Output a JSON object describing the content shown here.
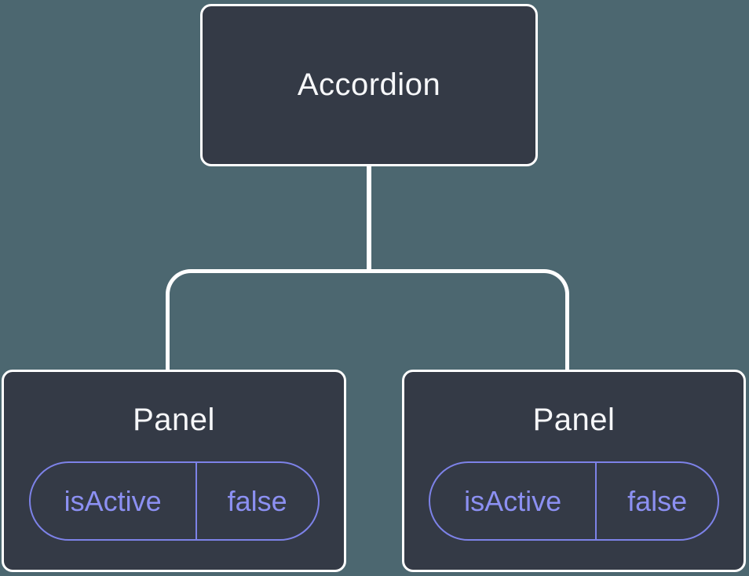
{
  "colors": {
    "page_bg": "#4c6770",
    "node_fill": "#343a46",
    "node_border": "#ffffff",
    "connector": "#ffffff",
    "node_title": "#f6f7f9",
    "state_text": "#8c90f2",
    "state_border": "#7d82e8"
  },
  "tree": {
    "root": {
      "label": "Accordion"
    },
    "children": [
      {
        "label": "Panel",
        "state": {
          "key": "isActive",
          "value": "false"
        }
      },
      {
        "label": "Panel",
        "state": {
          "key": "isActive",
          "value": "false"
        }
      }
    ]
  }
}
